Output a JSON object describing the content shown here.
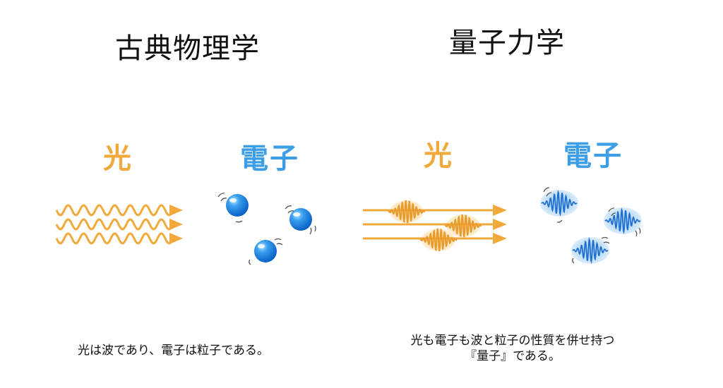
{
  "left_panel": {
    "heading": "古典物理学",
    "light_label": "光",
    "electron_label": "電子",
    "caption": "光は波であり、電子は粒子である。"
  },
  "right_panel": {
    "heading": "量子力学",
    "light_label": "光",
    "electron_label": "電子",
    "caption_line1": "光も電子も波と粒子の性質を併せ持つ",
    "caption_line2": "『量子』である。"
  },
  "colors": {
    "light": "#f2a93b",
    "electron": "#3d9ee8",
    "text": "#111111"
  }
}
